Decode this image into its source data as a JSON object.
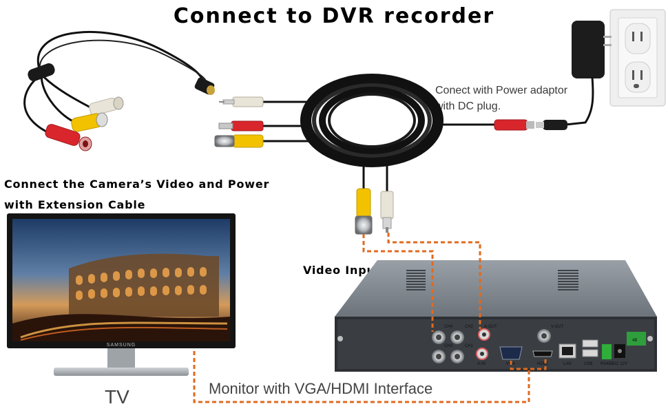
{
  "title": "Connect to DVR recorder",
  "camera_connection": {
    "line1": "Connect the Camera’s Video and Power",
    "line2": "with Extension Cable"
  },
  "power_adaptor": {
    "line1": "Conect with Power adaptor",
    "line2": "with DC plug."
  },
  "video_input": "Video Input to DVR",
  "monitor": "Monitor with VGA/HDMI Interface",
  "tv": {
    "label": "TV",
    "brand": "SAMSUNG"
  },
  "dvr": {
    "ports": {
      "ch4": "CH4",
      "ch2": "CH2",
      "a_out": "A-OUT",
      "v_out": "V-OUT",
      "ch3": "CH3",
      "ch1": "CH1",
      "a_in": "A-IN",
      "vga": "VGA",
      "hdmi": "HDMI",
      "lan": "LAN",
      "usb": "USB",
      "rs485": "RS485",
      "dc12v": "DC 12V",
      "model": "4B"
    }
  },
  "colors": {
    "dashed_line": "#e06a1e",
    "cable": "#111111",
    "rca_yellow": "#f2c200",
    "rca_red": "#d8262c",
    "rca_white": "#e8e4d8"
  }
}
